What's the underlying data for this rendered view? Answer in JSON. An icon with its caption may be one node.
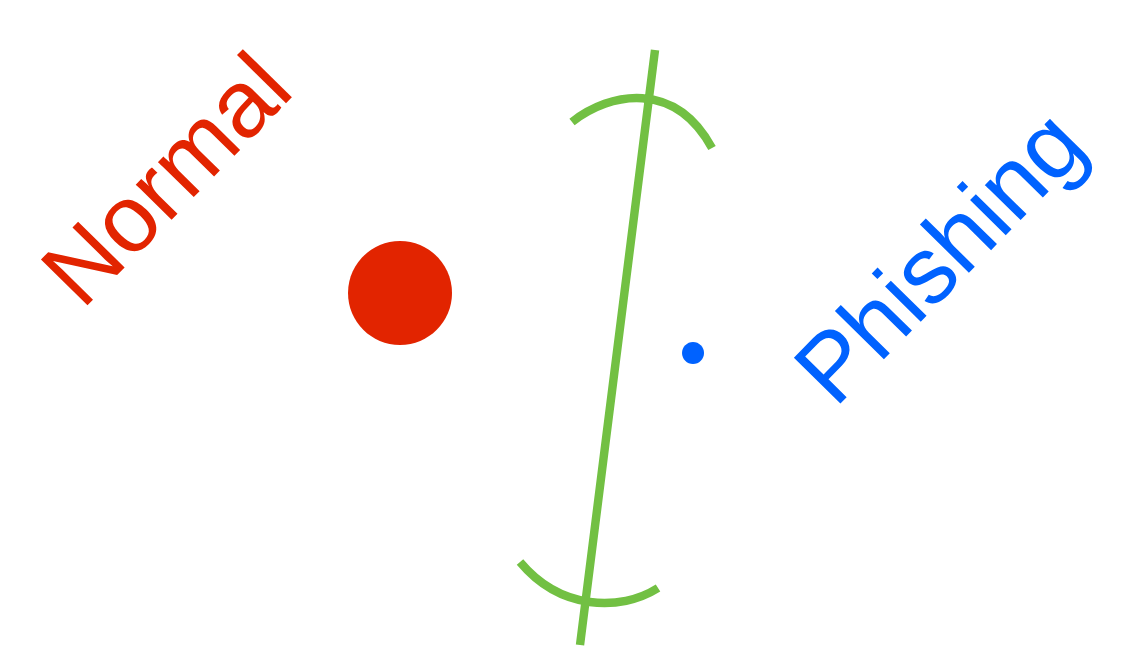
{
  "diagram": {
    "nodes": [
      {
        "text": [],
        "shape": "circle"
      },
      {
        "text": [],
        "shape": "circle"
      }
    ],
    "labels": [
      "Normal",
      "Phishing"
    ]
  }
}
